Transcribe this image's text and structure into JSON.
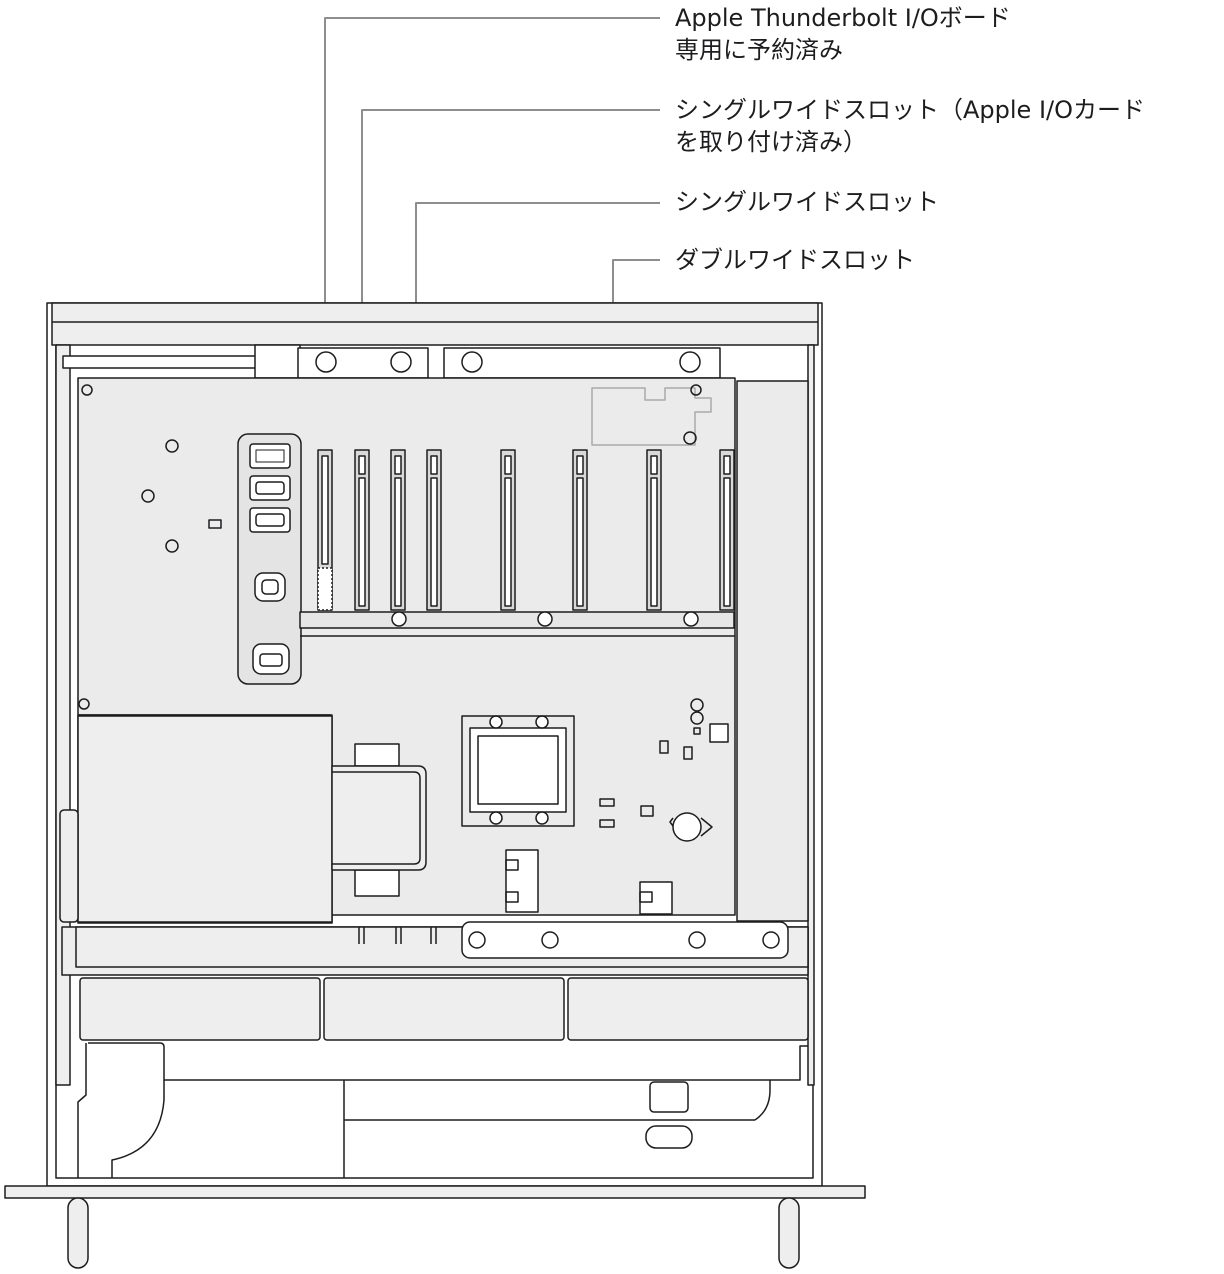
{
  "diagram": {
    "callouts": [
      {
        "id": "thunderbolt-reserved",
        "lines": [
          "Apple Thunderbolt I/Oボード",
          "専用に予約済み"
        ]
      },
      {
        "id": "single-wide-io-card",
        "lines": [
          "シングルワイドスロット（Apple I/Oカード",
          "を取り付け済み）"
        ]
      },
      {
        "id": "single-wide",
        "lines": [
          "シングルワイドスロット"
        ]
      },
      {
        "id": "double-wide",
        "lines": [
          "ダブルワイドスロット"
        ]
      }
    ],
    "colors": {
      "stroke": "#1d1d1f",
      "chassis_fill": "#e6e6e6",
      "chassis_light": "#eeeeee",
      "board_fill": "#ebebeb",
      "leader": "#8e8e8e",
      "slot_fill": "#d9d9d9"
    }
  }
}
